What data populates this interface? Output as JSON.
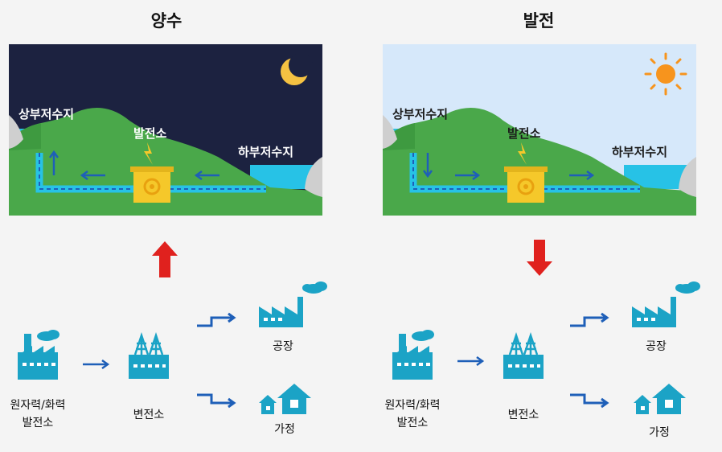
{
  "left": {
    "title": "양수",
    "labels": {
      "upper": "상부저수지",
      "plant": "발전소",
      "lower": "하부저수지"
    },
    "bottom": {
      "source_line1": "원자력/화력",
      "source_line2": "발전소",
      "substation": "변전소",
      "factory": "공장",
      "home": "가정"
    }
  },
  "right": {
    "title": "발전",
    "labels": {
      "upper": "상부저수지",
      "plant": "발전소",
      "lower": "하부저수지"
    },
    "bottom": {
      "source_line1": "원자력/화력",
      "source_line2": "발전소",
      "substation": "변전소",
      "factory": "공장",
      "home": "가정"
    }
  },
  "colors": {
    "night_sky": "#1c2240",
    "day_sky": "#d6e8fa",
    "hill": "#4aa84a",
    "water": "#27c2e6",
    "plant": "#f5c82a",
    "icon": "#1ba3c6",
    "flow_arrow": "#1e5fb8",
    "red_arrow": "#e0211e",
    "moon": "#f5c242",
    "sun": "#f7941d"
  }
}
